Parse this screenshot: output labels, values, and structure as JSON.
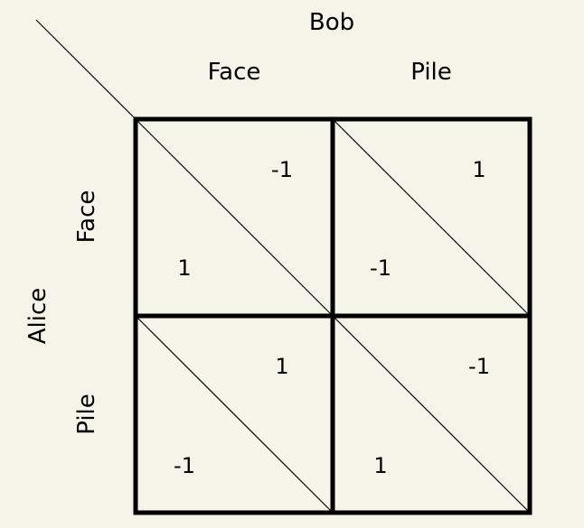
{
  "column_player": "Bob",
  "row_player": "Alice",
  "columns": [
    "Face",
    "Pile"
  ],
  "rows": [
    "Face",
    "Pile"
  ],
  "payoffs": [
    [
      {
        "alice": "1",
        "bob": "-1"
      },
      {
        "alice": "-1",
        "bob": "1"
      }
    ],
    [
      {
        "alice": "-1",
        "bob": "1"
      },
      {
        "alice": "1",
        "bob": "-1"
      }
    ]
  ]
}
